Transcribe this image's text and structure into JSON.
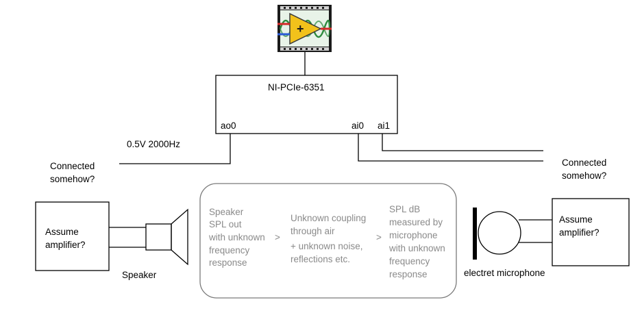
{
  "diagram": {
    "daq_label": "NI-PCIe-6351",
    "ports": {
      "ao0": "ao0",
      "ai0": "ai0",
      "ai1": "ai1"
    },
    "signal_label": "0.5V 2000Hz",
    "left_connected": [
      "Connected",
      "somehow?"
    ],
    "right_connected": [
      "Connected",
      "somehow?"
    ],
    "left_amp": [
      "Assume",
      "amplifier?"
    ],
    "right_amp": [
      "Assume",
      "amplifier?"
    ],
    "speaker_label": "Speaker",
    "mic_label": "electret microphone",
    "path": {
      "col1": [
        "Speaker",
        "SPL out",
        "with unknown",
        "frequency",
        "response"
      ],
      "arrow1": ">",
      "col2a": [
        "Unknown coupling",
        "through air"
      ],
      "col2b": [
        "+ unknown noise,",
        "reflections etc."
      ],
      "arrow2": ">",
      "col3": [
        "SPL dB",
        "measured by",
        "microphone",
        "with unknown",
        "frequency",
        "response"
      ]
    }
  },
  "colors": {
    "line": "#000000",
    "grey_text": "#8a8a8a",
    "rounded_border": "#7a7a7a",
    "logo_yellow": "#f2c21b",
    "logo_green": "#2e8b3e",
    "logo_bg": "#1a1a1a"
  },
  "icons": [
    "labview-logo-icon",
    "speaker-icon",
    "microphone-icon"
  ]
}
